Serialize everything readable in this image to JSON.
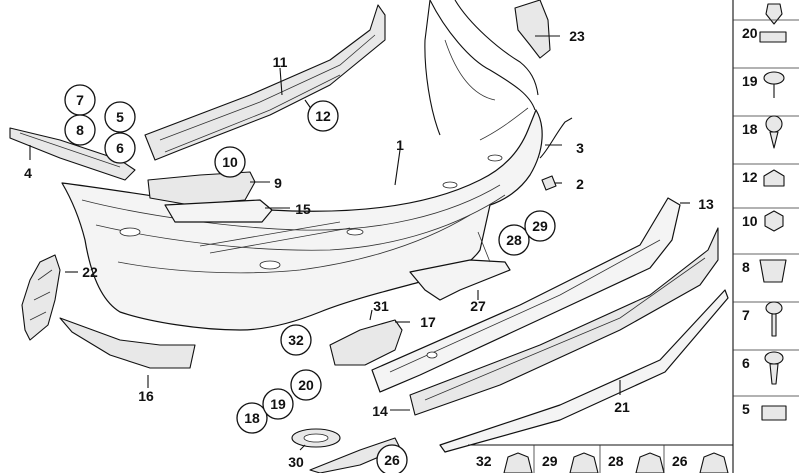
{
  "callouts": [
    {
      "id": "c1",
      "label": "1",
      "circled": false
    },
    {
      "id": "c2",
      "label": "2",
      "circled": false
    },
    {
      "id": "c3",
      "label": "3",
      "circled": false
    },
    {
      "id": "c4",
      "label": "4",
      "circled": false
    },
    {
      "id": "c5",
      "label": "5",
      "circled": true
    },
    {
      "id": "c6",
      "label": "6",
      "circled": true
    },
    {
      "id": "c7",
      "label": "7",
      "circled": true
    },
    {
      "id": "c8",
      "label": "8",
      "circled": true
    },
    {
      "id": "c9",
      "label": "9",
      "circled": false
    },
    {
      "id": "c10",
      "label": "10",
      "circled": true
    },
    {
      "id": "c11",
      "label": "11",
      "circled": false
    },
    {
      "id": "c12",
      "label": "12",
      "circled": true
    },
    {
      "id": "c13",
      "label": "13",
      "circled": false
    },
    {
      "id": "c14",
      "label": "14",
      "circled": false
    },
    {
      "id": "c15",
      "label": "15",
      "circled": false
    },
    {
      "id": "c16",
      "label": "16",
      "circled": false
    },
    {
      "id": "c17",
      "label": "17",
      "circled": false
    },
    {
      "id": "c18",
      "label": "18",
      "circled": true
    },
    {
      "id": "c19",
      "label": "19",
      "circled": true
    },
    {
      "id": "c20",
      "label": "20",
      "circled": true
    },
    {
      "id": "c21",
      "label": "21",
      "circled": false
    },
    {
      "id": "c22",
      "label": "22",
      "circled": false
    },
    {
      "id": "c23",
      "label": "23",
      "circled": false
    },
    {
      "id": "c26",
      "label": "26",
      "circled": true
    },
    {
      "id": "c27",
      "label": "27",
      "circled": false
    },
    {
      "id": "c28",
      "label": "28",
      "circled": true
    },
    {
      "id": "c29",
      "label": "29",
      "circled": true
    },
    {
      "id": "c30",
      "label": "30",
      "circled": false
    },
    {
      "id": "c31",
      "label": "31",
      "circled": false
    },
    {
      "id": "c32",
      "label": "32",
      "circled": true
    }
  ],
  "sidebar": [
    "20",
    "19",
    "18",
    "12",
    "10",
    "8",
    "7",
    "6",
    "5"
  ],
  "bottombar": [
    "32",
    "29",
    "28",
    "26"
  ]
}
